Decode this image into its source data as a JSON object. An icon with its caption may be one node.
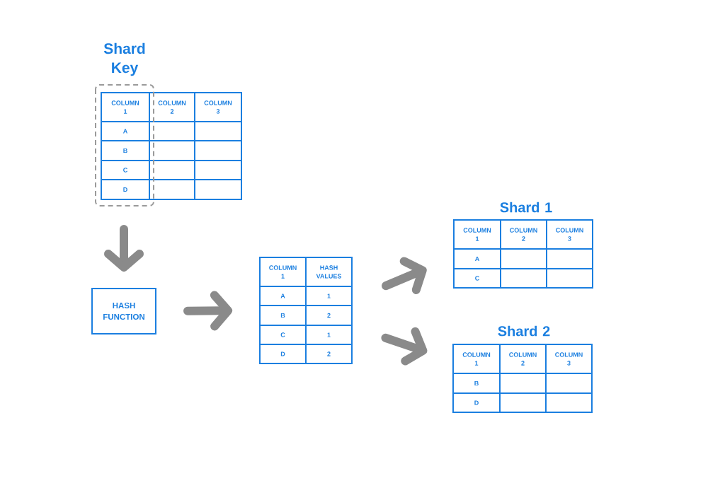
{
  "diagram": {
    "nodes": [
      {
        "text": [
          "Shard Key",
          "COLUMN 1",
          "COLUMN 2",
          "COLUMN 3",
          "A",
          "B",
          "C",
          "D"
        ]
      },
      {
        "text": [
          "HASH FUNCTION"
        ]
      },
      {
        "text": [
          "COLUMN 1",
          "HASH VALUES",
          "A",
          "1",
          "B",
          "2",
          "C",
          "1",
          "D",
          "2"
        ]
      },
      {
        "text": [
          "Shard 1",
          "COLUMN 1",
          "COLUMN 2",
          "COLUMN 3",
          "A",
          "C"
        ]
      },
      {
        "text": [
          "Shard 2",
          "COLUMN 1",
          "COLUMN 2",
          "COLUMN 3",
          "B",
          "D"
        ]
      }
    ],
    "edges": [
      {
        "from": 0,
        "to": 1,
        "arrow": "to"
      },
      {
        "from": 1,
        "to": 2,
        "arrow": "to"
      },
      {
        "from": 2,
        "to": 3,
        "arrow": "to"
      },
      {
        "from": 2,
        "to": 4,
        "arrow": "to"
      }
    ]
  }
}
